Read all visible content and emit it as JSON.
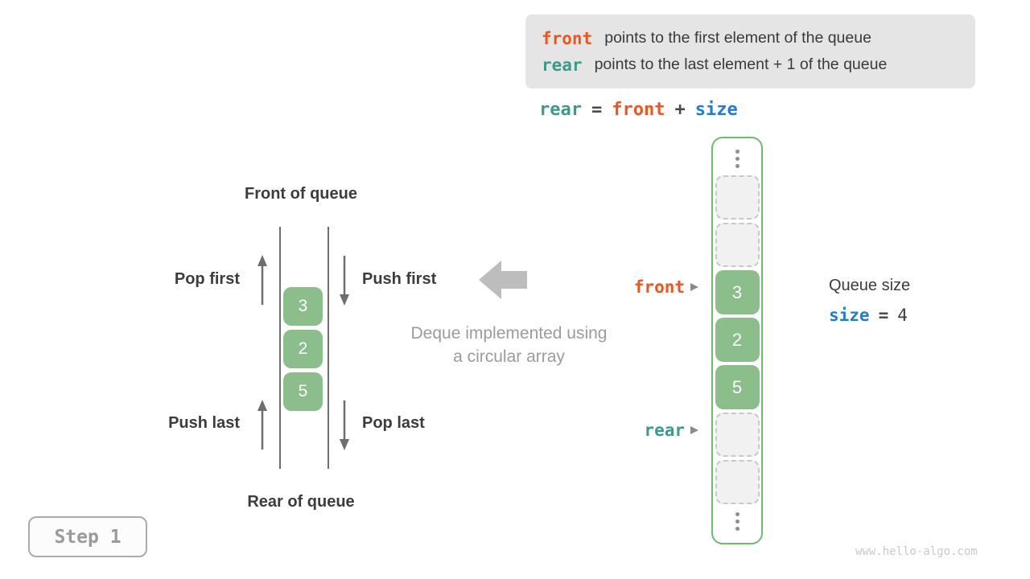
{
  "colors": {
    "front_orange": "#F0551E",
    "rear_teal": "#3A9B8C",
    "size_blue": "#1C7ED6",
    "cell_green": "#8CBE8C",
    "array_border_green": "#6CBD6C",
    "info_box_bg": "#e5e5e5"
  },
  "info_box": {
    "lines": [
      {
        "keyword": "front",
        "text": "points to the first element of the queue"
      },
      {
        "keyword": "rear",
        "text": "points to the last element + 1 of the queue"
      }
    ]
  },
  "formula": {
    "rear": "rear",
    "equals": "=",
    "front": "front",
    "plus": "+",
    "size": "size"
  },
  "queue_diagram": {
    "front_label": "Front of queue",
    "rear_label": "Rear of queue",
    "pop_first": "Pop first",
    "push_first": "Push first",
    "push_last": "Push last",
    "pop_last": "Pop last",
    "values": [
      "3",
      "2",
      "5"
    ]
  },
  "caption": {
    "line1": "Deque implemented using",
    "line2": "a circular array"
  },
  "array": {
    "values": [
      "3",
      "2",
      "5"
    ],
    "pointers": {
      "front": "front",
      "rear": "rear"
    }
  },
  "queue_size": {
    "label": "Queue size",
    "keyword": "size",
    "equals": "=",
    "value": "4"
  },
  "step": {
    "label": "Step 1"
  },
  "watermark": "www.hello-algo.com"
}
